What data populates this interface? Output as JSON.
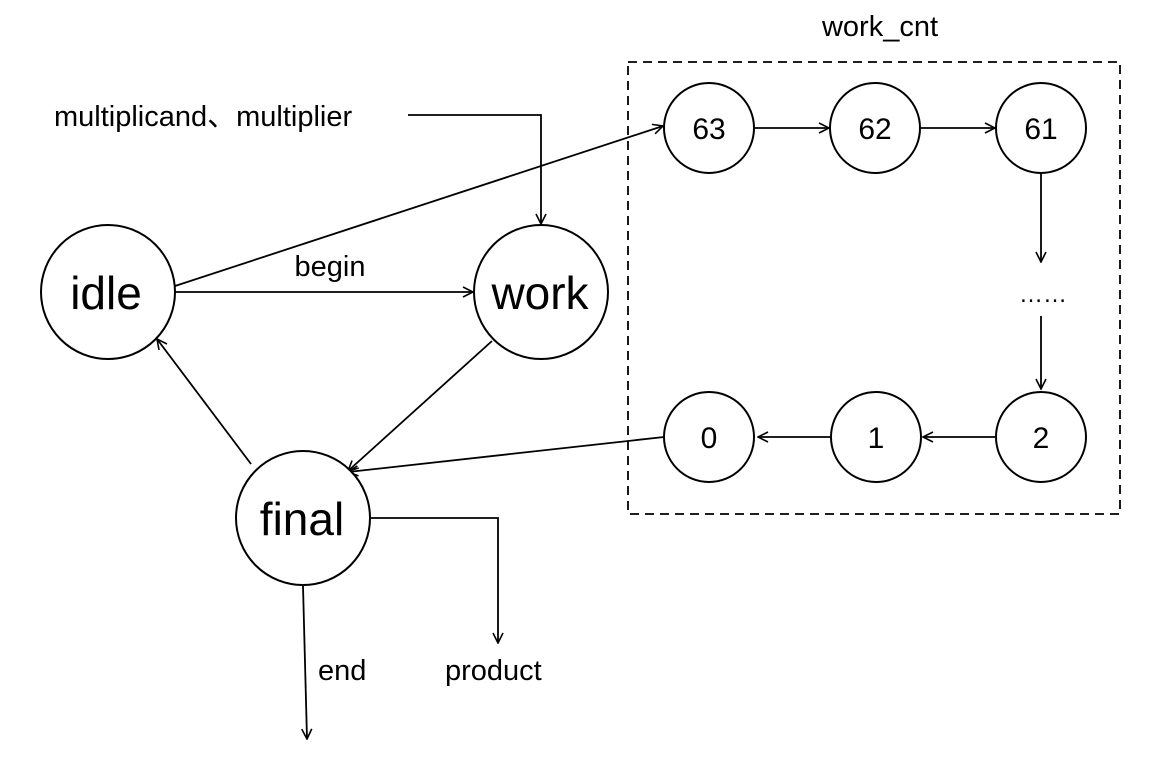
{
  "diagram": {
    "title": "work_cnt",
    "states": {
      "idle": "idle",
      "work": "work",
      "final": "final"
    },
    "counter": {
      "c63": "63",
      "c62": "62",
      "c61": "61",
      "ellipsis": "……",
      "c2": "2",
      "c1": "1",
      "c0": "0"
    },
    "labels": {
      "inputs": "multiplicand、multiplier",
      "begin": "begin",
      "end": "end",
      "product": "product"
    }
  }
}
